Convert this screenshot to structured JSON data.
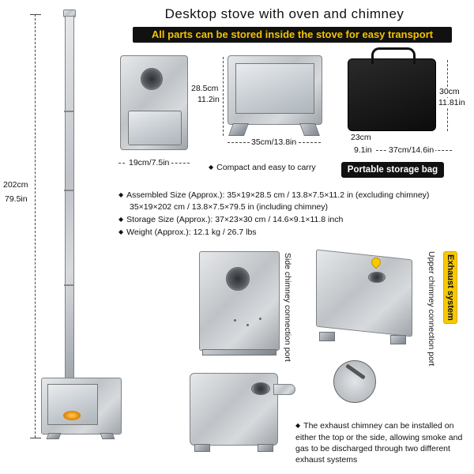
{
  "header": {
    "title": "Desktop stove with oven and chimney",
    "subtitle": "All parts can be stored inside the stove for easy transport"
  },
  "dimensions": {
    "chimney_total_cm": "202cm",
    "chimney_total_in": "79.5in",
    "stored_width": "19cm/7.5in",
    "body_height_cm": "28.5cm",
    "body_height_in": "11.2in",
    "body_length": "35cm/13.8in",
    "bag_height_cm": "30cm",
    "bag_height_in": "11.81in",
    "bag_width_cm": "23cm",
    "bag_width_in": "9.1in",
    "bag_length": "37cm/14.6in"
  },
  "captions": {
    "compact": "Compact and easy to carry",
    "bag_label": "Portable storage bag",
    "side_port": "Side chimney connection port",
    "upper_port": "Upper chimney connection port",
    "exhaust": "Exhaust system",
    "exhaust_note": "The exhaust chimney can be installed on either the top or the side, allowing smoke and gas to be discharged through two different exhaust systems"
  },
  "specs": {
    "assembled_1": "Assembled Size (Approx.): 35×19×28.5 cm / 13.8×7.5×11.2 in (excluding chimney)",
    "assembled_2": "35×19×202 cm / 13.8×7.5×79.5 in (including chimney)",
    "storage": "Storage Size (Approx.): 37×23×30 cm / 14.6×9.1×11.8 inch",
    "weight": "Weight (Approx.): 12.1 kg / 26.7 lbs"
  },
  "colors": {
    "accent_yellow": "#f6c900",
    "banner_bg": "#111111",
    "banner_text": "#f2c300"
  }
}
